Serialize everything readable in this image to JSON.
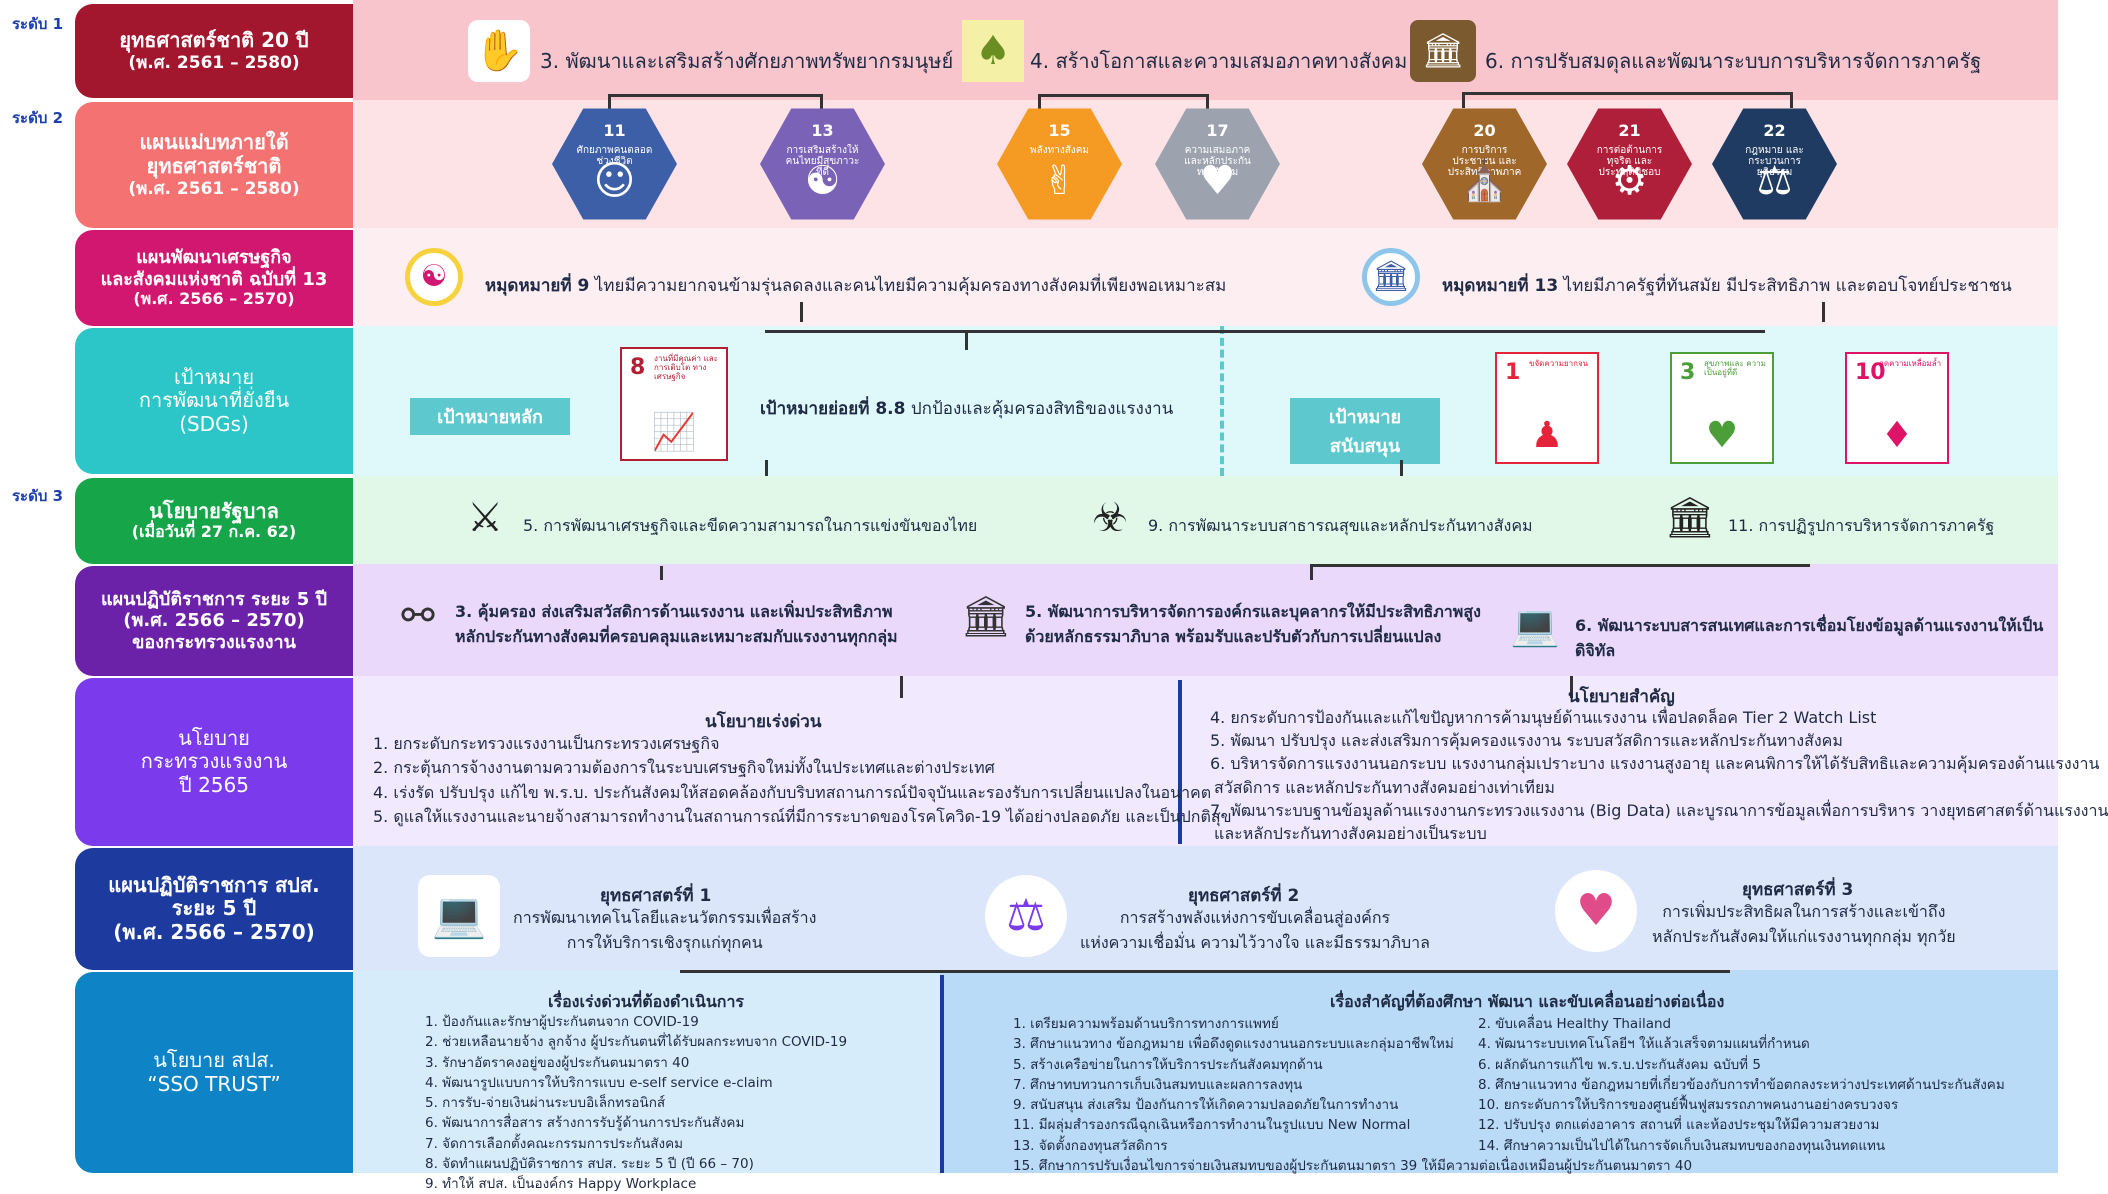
{
  "levels": {
    "l1": "ระดับ 1",
    "l2": "ระดับ 2",
    "l3": "ระดับ 3"
  },
  "colors": {
    "row1": "#a3172e",
    "row2": "#f47272",
    "row3": "#d1176f",
    "row4": "#2cc6c8",
    "row5": "#17a54a",
    "row6": "#6b21a8",
    "row7": "#7c3aed",
    "row8": "#1d3a9e",
    "row9": "#0e84c7",
    "hex_blue": "#3c5fa8",
    "hex_purple": "#7a63b7",
    "hex_orange": "#f59a23",
    "hex_gray": "#9ca3af",
    "hex_brown": "#a0672b",
    "hex_red": "#b01f3a",
    "hex_navy": "#1f3b62",
    "sdg8": "#b31e35",
    "sdg1": "#e5243b",
    "sdg3": "#4c9f38",
    "sdg10": "#dd1367"
  },
  "rows": {
    "r1": {
      "label": [
        "ยุทธศาสตร์ชาติ 20 ปี",
        "(พ.ศ. 2561 – 2580)"
      ],
      "items": [
        {
          "icon": "people-support-icon",
          "text": "3. พัฒนาและเสริมสร้างศักยภาพทรัพยากรมนุษย์"
        },
        {
          "icon": "community-icon",
          "text": "4. สร้างโอกาสและความเสมอภาคทางสังคม"
        },
        {
          "icon": "government-building-icon",
          "text": "6. การปรับสมดุลและพัฒนาระบบการบริหารจัดการภาครัฐ"
        }
      ]
    },
    "r2": {
      "label": [
        "แผนแม่บทภายใต้",
        "ยุทธศาสตร์ชาติ",
        "(พ.ศ. 2561 – 2580)"
      ],
      "hexes": [
        {
          "n": "11",
          "s": "ศักยภาพคนตลอดช่วงชีวิต",
          "icon": "family-icon"
        },
        {
          "n": "13",
          "s": "การเสริมสร้างให้คนไทยมีสุขภาวะที่ดี",
          "icon": "healthy-person-icon"
        },
        {
          "n": "15",
          "s": "พลังทางสังคม",
          "icon": "handshake-icon"
        },
        {
          "n": "17",
          "s": "ความเสมอภาค และหลักประกันทางสังคม",
          "icon": "care-hand-icon"
        },
        {
          "n": "20",
          "s": "การบริการประชาชน และประสิทธิภาพภาครัฐ",
          "icon": "building-icon"
        },
        {
          "n": "21",
          "s": "การต่อต้านการทุจริต และประพฤติมิชอบ",
          "icon": "anti-corruption-icon"
        },
        {
          "n": "22",
          "s": "กฎหมาย และกระบวนการยุติธรรม",
          "icon": "gavel-icon"
        }
      ]
    },
    "r3": {
      "label": [
        "แผนพัฒนาเศรษฐกิจ",
        "และสังคมแห่งชาติ ฉบับที่ 13",
        "(พ.ศ. 2566 – 2570)"
      ],
      "m9_bold": "หมุดหมายที่ 9",
      "m9_text": " ไทยมีความยากจนข้ามรุ่นลดลงและคนไทยมีความคุ้มครองทางสังคมที่เพียงพอเหมาะสม",
      "m13_bold": "หมุดหมายที่ 13",
      "m13_text": " ไทยมีภาครัฐที่ทันสมัย มีประสิทธิภาพ และตอบโจทย์ประชาชน"
    },
    "r4": {
      "label": [
        "เป้าหมาย",
        "การพัฒนาที่ยั่งยืน",
        "(SDGs)"
      ],
      "main_tag": "เป้าหมายหลัก",
      "support_tag": "เป้าหมายสนับสนุน",
      "sub_bold": "เป้าหมายย่อยที่ 8.8",
      "sub_text": " ปกป้องและคุ้มครองสิทธิของแรงงาน",
      "sdg_main": {
        "n": "8",
        "s": "งานที่มีคุณค่า และการเติบโต ทางเศรษฐกิจ",
        "icon": "growth-chart-icon"
      },
      "sdg_support": [
        {
          "n": "1",
          "s": "ขจัดความยากจน",
          "icon": "family-group-icon"
        },
        {
          "n": "3",
          "s": "สุขภาพและ ความเป็นอยู่ที่ดี",
          "icon": "heartbeat-icon"
        },
        {
          "n": "10",
          "s": "ลดความเหลื่อมล้ำ",
          "icon": "equality-icon"
        }
      ]
    },
    "r5": {
      "label": [
        "นโยบายรัฐบาล",
        "(เมื่อวันที่ 27 ก.ค. 62)"
      ],
      "items": [
        {
          "icon": "workers-icon",
          "text": "5. การพัฒนาเศรษฐกิจและขีดความสามารถในการแข่งขันของไทย"
        },
        {
          "icon": "health-security-icon",
          "text": "9. การพัฒนาระบบสาธารณสุขและหลักประกันทางสังคม"
        },
        {
          "icon": "institution-icon",
          "text": "11. การปฏิรูปการบริหารจัดการภาครัฐ"
        }
      ]
    },
    "r6": {
      "label": [
        "แผนปฏิบัติราชการ ระยะ 5 ปี",
        "(พ.ศ. 2566 – 2570)",
        "ของกระทรวงแรงงาน"
      ],
      "items": [
        {
          "icon": "network-people-icon",
          "text": [
            "3. คุ้มครอง ส่งเสริมสวัสดิการด้านแรงงาน และเพิ่มประสิทธิภาพ",
            "หลักประกันทางสังคมที่ครอบคลุมและเหมาะสมกับแรงงานทุกกลุ่ม"
          ]
        },
        {
          "icon": "organization-icon",
          "text": [
            "5. พัฒนาการบริหารจัดการองค์กรและบุคลากรให้มีประสิทธิภาพสูง",
            "ด้วยหลักธรรมาภิบาล พร้อมรับและปรับตัวกับการเปลี่ยนแปลง"
          ]
        },
        {
          "icon": "data-dashboard-icon",
          "text": [
            "6. พัฒนาระบบสารสนเทศและการเชื่อมโยงข้อมูลด้านแรงงานให้เป็นดิจิทัล"
          ]
        }
      ]
    },
    "r7": {
      "label": [
        "นโยบาย",
        "กระทรวงแรงงาน",
        "ปี 2565"
      ],
      "urgent_title": "นโยบายเร่งด่วน",
      "urgent": [
        "1. ยกระดับกระทรวงแรงงานเป็นกระทรวงเศรษฐกิจ",
        "2. กระตุ้นการจ้างงานตามความต้องการในระบบเศรษฐกิจใหม่ทั้งในประเทศและต่างประเทศ",
        "4. เร่งรัด ปรับปรุง แก้ไข พ.ร.บ. ประกันสังคมให้สอดคล้องกับบริบทสถานการณ์ปัจจุบันและรองรับการเปลี่ยนแปลงในอนาคต",
        "5. ดูแลให้แรงงานและนายจ้างสามารถทำงานในสถานการณ์ที่มีการระบาดของโรคโควิด-19 ได้อย่างปลอดภัย และเป็นปกติสุข"
      ],
      "key_title": "นโยบายสำคัญ",
      "key": [
        "4. ยกระดับการป้องกันและแก้ไขปัญหาการค้ามนุษย์ด้านแรงงาน เพื่อปลดล็อค Tier 2 Watch List",
        "5. พัฒนา ปรับปรุง และส่งเสริมการคุ้มครองแรงงาน ระบบสวัสดิการและหลักประกันทางสังคม",
        "6. บริหารจัดการแรงงานนอกระบบ แรงงานกลุ่มเปราะบาง แรงงานสูงอายุ และคนพิการให้ได้รับสิทธิและความคุ้มครองด้านแรงงาน",
        "   สวัสดิการ และหลักประกันทางสังคมอย่างเท่าเทียม",
        "7. พัฒนาระบบฐานข้อมูลด้านแรงงานกระทรวงแรงงาน (Big Data) และบูรณาการข้อมูลเพื่อการบริหาร วางยุทธศาสตร์ด้านแรงงาน",
        "   และหลักประกันทางสังคมอย่างเป็นระบบ"
      ]
    },
    "r8": {
      "label": [
        "แผนปฏิบัติราชการ สปส.",
        "ระยะ 5 ปี",
        "(พ.ศ. 2566 – 2570)"
      ],
      "items": [
        {
          "icon": "technology-person-icon",
          "title": "ยุทธศาสตร์ที่ 1",
          "text": [
            "การพัฒนาเทคโนโลยีและนวัตกรรมเพื่อสร้าง",
            "การให้บริการเชิงรุกแก่ทุกคน"
          ]
        },
        {
          "icon": "balance-network-icon",
          "title": "ยุทธศาสตร์ที่ 2",
          "text": [
            "การสร้างพลังแห่งการขับเคลื่อนสู่องค์กร",
            "แห่งความเชื่อมั่น ความไว้วางใจ และมีธรรมาภิบาล"
          ]
        },
        {
          "icon": "social-care-icon",
          "title": "ยุทธศาสตร์ที่ 3",
          "text": [
            "การเพิ่มประสิทธิผลในการสร้างและเข้าถึง",
            "หลักประกันสังคมให้แก่แรงงานทุกกลุ่ม ทุกวัย"
          ]
        }
      ]
    },
    "r9": {
      "label": [
        "นโยบาย สปส.",
        "“SSO TRUST”"
      ],
      "urgent_title": "เรื่องเร่งด่วนที่ต้องดำเนินการ",
      "urgent": [
        "1. ป้องกันและรักษาผู้ประกันตนจาก COVID-19",
        "2. ช่วยเหลือนายจ้าง ลูกจ้าง ผู้ประกันตนที่ได้รับผลกระทบจาก COVID-19",
        "3. รักษาอัตราคงอยู่ของผู้ประกันตนมาตรา 40",
        "4. พัฒนารูปแบบการให้บริการแบบ e-self service e-claim",
        "5. การรับ-จ่ายเงินผ่านระบบอิเล็กทรอนิกส์",
        "6. พัฒนาการสื่อสาร สร้างการรับรู้ด้านการประกันสังคม",
        "7. จัดการเลือกตั้งคณะกรรมการประกันสังคม",
        "8. จัดทำแผนปฏิบัติราชการ สปส. ระยะ 5 ปี (ปี 66 – 70)",
        "9. ทำให้ สปส. เป็นองค์กร Happy Workplace"
      ],
      "key_title": "เรื่องสำคัญที่ต้องศึกษา พัฒนา และขับเคลื่อนอย่างต่อเนื่อง",
      "key_left": [
        "1. เตรียมความพร้อมด้านบริการทางการแพทย์",
        "3. ศึกษาแนวทาง ข้อกฎหมาย เพื่อดึงดูดแรงงานนอกระบบและกลุ่มอาชีพใหม่",
        "5. สร้างเครือข่ายในการให้บริการประกันสังคมทุกด้าน",
        "7. ศึกษาทบทวนการเก็บเงินสมทบและผลการลงทุน",
        "9. สนับสนุน ส่งเสริม ป้องกันการให้เกิดความปลอดภัยในการทำงาน",
        "11. มีผลุ่มสำรองกรณีฉุกเฉินหรือการทำงานในรูปแบบ New Normal",
        "13. จัดตั้งกองทุนสวัสดิการ",
        "15. ศึกษาการปรับเงื่อนไขการจ่ายเงินสมทบของผู้ประกันตนมาตรา 39 ให้มีความต่อเนื่องเหมือนผู้ประกันตนมาตรา 40"
      ],
      "key_right": [
        "2. ขับเคลื่อน Healthy Thailand",
        "4. พัฒนาระบบเทคโนโลยีฯ ให้แล้วเสร็จตามแผนที่กำหนด",
        "6. ผลักดันการแก้ไข พ.ร.บ.ประกันสังคม ฉบับที่ 5",
        "8. ศึกษาแนวทาง ข้อกฎหมายที่เกี่ยวข้องกับการทำข้อตกลงระหว่างประเทศด้านประกันสังคม",
        "10. ยกระดับการให้บริการของศูนย์ฟื้นฟูสมรรถภาพคนงานอย่างครบวงจร",
        "12. ปรับปรุง ตกแต่งอาคาร สถานที่ และห้องประชุมให้มีความสวยงาม",
        "14. ศึกษาความเป็นไปได้ในการจัดเก็บเงินสมทบของกองทุนเงินทดแทน"
      ]
    }
  }
}
